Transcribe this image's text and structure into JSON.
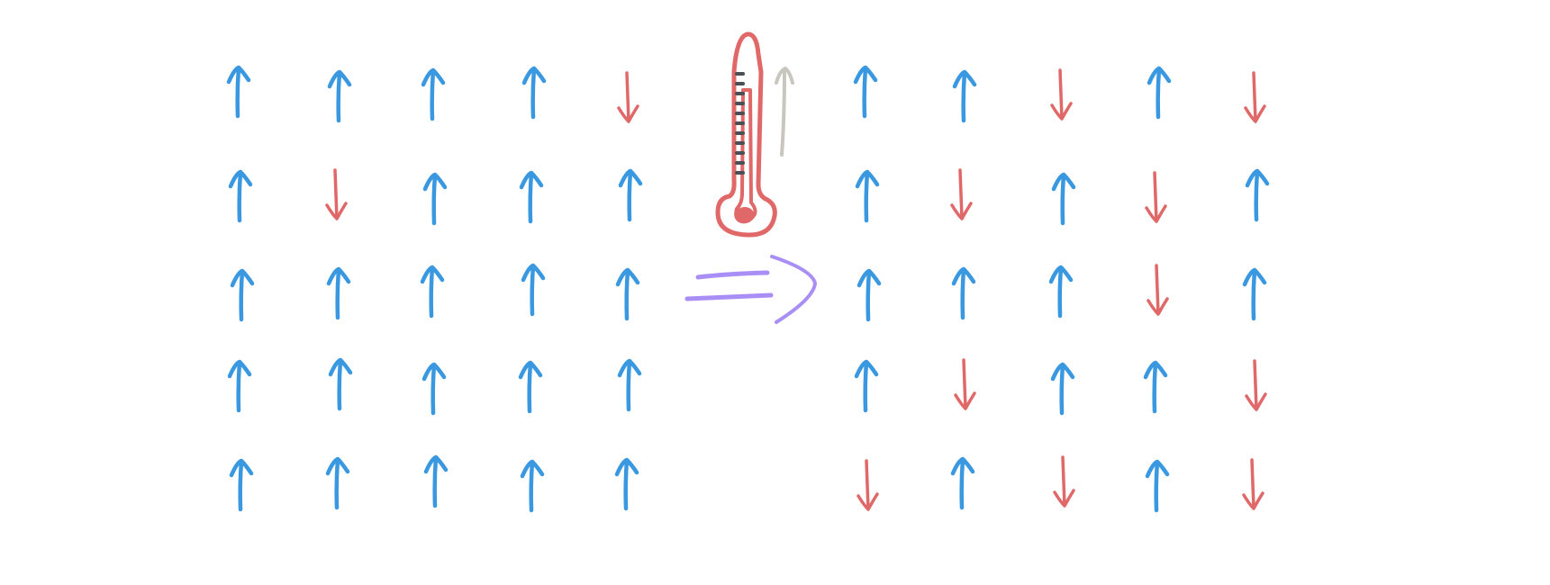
{
  "colors": {
    "spin_up": "#3a98e0",
    "spin_down": "#e06868",
    "thermometer": "#e06868",
    "thermometer_ticks": "#4a4f56",
    "temperature_arrow": "#c9c5bf",
    "implies_arrow": "#a98ff5",
    "background": "#ffffff"
  },
  "left_lattice": {
    "rows": [
      [
        "up",
        "up",
        "up",
        "up",
        "down"
      ],
      [
        "up",
        "down",
        "up",
        "up",
        "up"
      ],
      [
        "up",
        "up",
        "up",
        "up",
        "up"
      ],
      [
        "up",
        "up",
        "up",
        "up",
        "up"
      ],
      [
        "up",
        "up",
        "up",
        "up",
        "up"
      ]
    ]
  },
  "right_lattice": {
    "rows": [
      [
        "up",
        "up",
        "down",
        "up",
        "down"
      ],
      [
        "up",
        "down",
        "up",
        "down",
        "up"
      ],
      [
        "up",
        "up",
        "up",
        "down",
        "up"
      ],
      [
        "up",
        "down",
        "up",
        "up",
        "down"
      ],
      [
        "down",
        "up",
        "down",
        "up",
        "down"
      ]
    ]
  },
  "thermometer": {
    "icon": "thermometer-icon",
    "temperature_change": "increase"
  },
  "transition": {
    "icon": "implies-arrow-icon"
  }
}
